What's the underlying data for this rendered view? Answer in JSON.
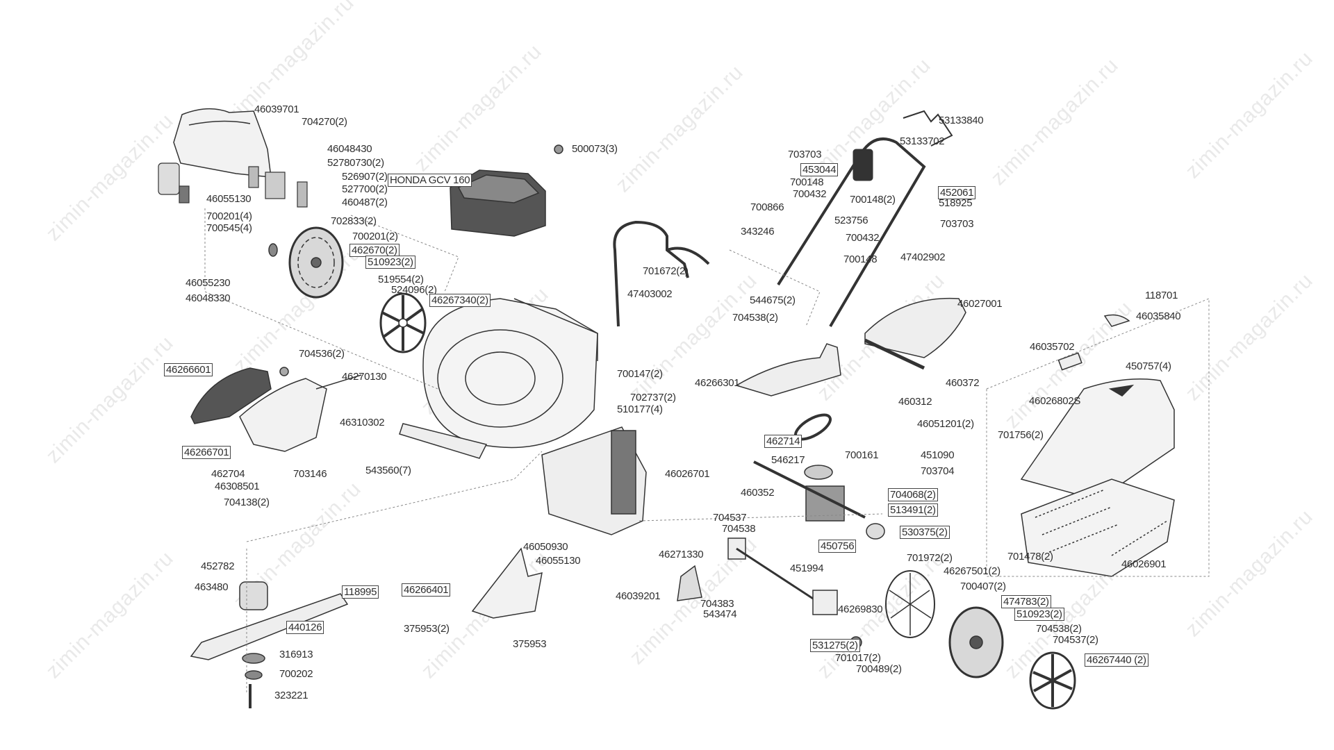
{
  "watermark": "zimin-magazin.ru",
  "labels": [
    {
      "text": "46039701",
      "boxed": false
    },
    {
      "text": "704270(2)",
      "boxed": false
    },
    {
      "text": "46048430",
      "boxed": false
    },
    {
      "text": "52780730(2)",
      "boxed": false
    },
    {
      "text": "526907(2)",
      "boxed": false
    },
    {
      "text": "527700(2)",
      "boxed": false
    },
    {
      "text": "460487(2)",
      "boxed": false
    },
    {
      "text": "702833(2)",
      "boxed": false
    },
    {
      "text": "46055130",
      "boxed": false
    },
    {
      "text": "700201(4)",
      "boxed": false
    },
    {
      "text": "700545(4)",
      "boxed": false
    },
    {
      "text": "700201(2)",
      "boxed": false
    },
    {
      "text": "462670(2)",
      "boxed": true
    },
    {
      "text": "510923(2)",
      "boxed": true
    },
    {
      "text": "519554(2)",
      "boxed": false
    },
    {
      "text": "524096(2)",
      "boxed": false
    },
    {
      "text": "46267340(2)",
      "boxed": true
    },
    {
      "text": "46055230",
      "boxed": false
    },
    {
      "text": "46048330",
      "boxed": false
    },
    {
      "text": "HONDA GCV 160",
      "boxed": true
    },
    {
      "text": "500073(3)",
      "boxed": false
    },
    {
      "text": "704536(2)",
      "boxed": false
    },
    {
      "text": "46266601",
      "boxed": true
    },
    {
      "text": "46270130",
      "boxed": false
    },
    {
      "text": "46310302",
      "boxed": false
    },
    {
      "text": "46266701",
      "boxed": true
    },
    {
      "text": "462704",
      "boxed": false
    },
    {
      "text": "46308501",
      "boxed": false
    },
    {
      "text": "703146",
      "boxed": false
    },
    {
      "text": "704138(2)",
      "boxed": false
    },
    {
      "text": "543560(7)",
      "boxed": false
    },
    {
      "text": "701672(2)",
      "boxed": false
    },
    {
      "text": "47403002",
      "boxed": false
    },
    {
      "text": "544675(2)",
      "boxed": false
    },
    {
      "text": "704538(2)",
      "boxed": false
    },
    {
      "text": "700147(2)",
      "boxed": false
    },
    {
      "text": "702737(2)",
      "boxed": false
    },
    {
      "text": "510177(4)",
      "boxed": false
    },
    {
      "text": "46266301",
      "boxed": false
    },
    {
      "text": "343246",
      "boxed": false
    },
    {
      "text": "700866",
      "boxed": false
    },
    {
      "text": "703703",
      "boxed": false
    },
    {
      "text": "453044",
      "boxed": true
    },
    {
      "text": "700148",
      "boxed": false
    },
    {
      "text": "700432",
      "boxed": false
    },
    {
      "text": "523756",
      "boxed": false
    },
    {
      "text": "700432",
      "boxed": false
    },
    {
      "text": "700148",
      "boxed": false
    },
    {
      "text": "53133840",
      "boxed": false
    },
    {
      "text": "53133702",
      "boxed": false
    },
    {
      "text": "452061",
      "boxed": true
    },
    {
      "text": "700148(2)",
      "boxed": false
    },
    {
      "text": "518925",
      "boxed": false
    },
    {
      "text": "703703",
      "boxed": false
    },
    {
      "text": "47402902",
      "boxed": false
    },
    {
      "text": "46027001",
      "boxed": false
    },
    {
      "text": "460372",
      "boxed": false
    },
    {
      "text": "460312",
      "boxed": false
    },
    {
      "text": "46051201(2)",
      "boxed": false
    },
    {
      "text": "462714",
      "boxed": true
    },
    {
      "text": "546217",
      "boxed": false
    },
    {
      "text": "700161",
      "boxed": false
    },
    {
      "text": "451090",
      "boxed": false
    },
    {
      "text": "703704",
      "boxed": false
    },
    {
      "text": "460352",
      "boxed": false
    },
    {
      "text": "704068(2)",
      "boxed": true
    },
    {
      "text": "513491(2)",
      "boxed": true
    },
    {
      "text": "530375(2)",
      "boxed": true
    },
    {
      "text": "450756",
      "boxed": true
    },
    {
      "text": "451994",
      "boxed": false
    },
    {
      "text": "704537",
      "boxed": false
    },
    {
      "text": "704538",
      "boxed": false
    },
    {
      "text": "46271330",
      "boxed": false
    },
    {
      "text": "46039201",
      "boxed": false
    },
    {
      "text": "704383",
      "boxed": false
    },
    {
      "text": "543474",
      "boxed": false
    },
    {
      "text": "46269830",
      "boxed": false
    },
    {
      "text": "531275(2)",
      "boxed": true
    },
    {
      "text": "701017(2)",
      "boxed": false
    },
    {
      "text": "700489(2)",
      "boxed": false
    },
    {
      "text": "701972(2)",
      "boxed": false
    },
    {
      "text": "46267501(2)",
      "boxed": false
    },
    {
      "text": "700407(2)",
      "boxed": false
    },
    {
      "text": "474783(2)",
      "boxed": true
    },
    {
      "text": "510923(2)",
      "boxed": true
    },
    {
      "text": "704538(2)",
      "boxed": false
    },
    {
      "text": "704537(2)",
      "boxed": false
    },
    {
      "text": "46267440 (2)",
      "boxed": true
    },
    {
      "text": "118701",
      "boxed": false
    },
    {
      "text": "46035840",
      "boxed": false
    },
    {
      "text": "46035702",
      "boxed": false
    },
    {
      "text": "450757(4)",
      "boxed": false
    },
    {
      "text": "46026802S",
      "boxed": false
    },
    {
      "text": "701756(2)",
      "boxed": false
    },
    {
      "text": "701478(2)",
      "boxed": false
    },
    {
      "text": "46026901",
      "boxed": false
    },
    {
      "text": "46050930",
      "boxed": false
    },
    {
      "text": "46055130",
      "boxed": false
    },
    {
      "text": "46026701",
      "boxed": false
    },
    {
      "text": "46266401",
      "boxed": true
    },
    {
      "text": "375953(2)",
      "boxed": false
    },
    {
      "text": "375953",
      "boxed": false
    },
    {
      "text": "452782",
      "boxed": false
    },
    {
      "text": "463480",
      "boxed": false
    },
    {
      "text": "118995",
      "boxed": true
    },
    {
      "text": "440126",
      "boxed": true
    },
    {
      "text": "316913",
      "boxed": false
    },
    {
      "text": "700202",
      "boxed": false
    },
    {
      "text": "323221",
      "boxed": false
    }
  ]
}
